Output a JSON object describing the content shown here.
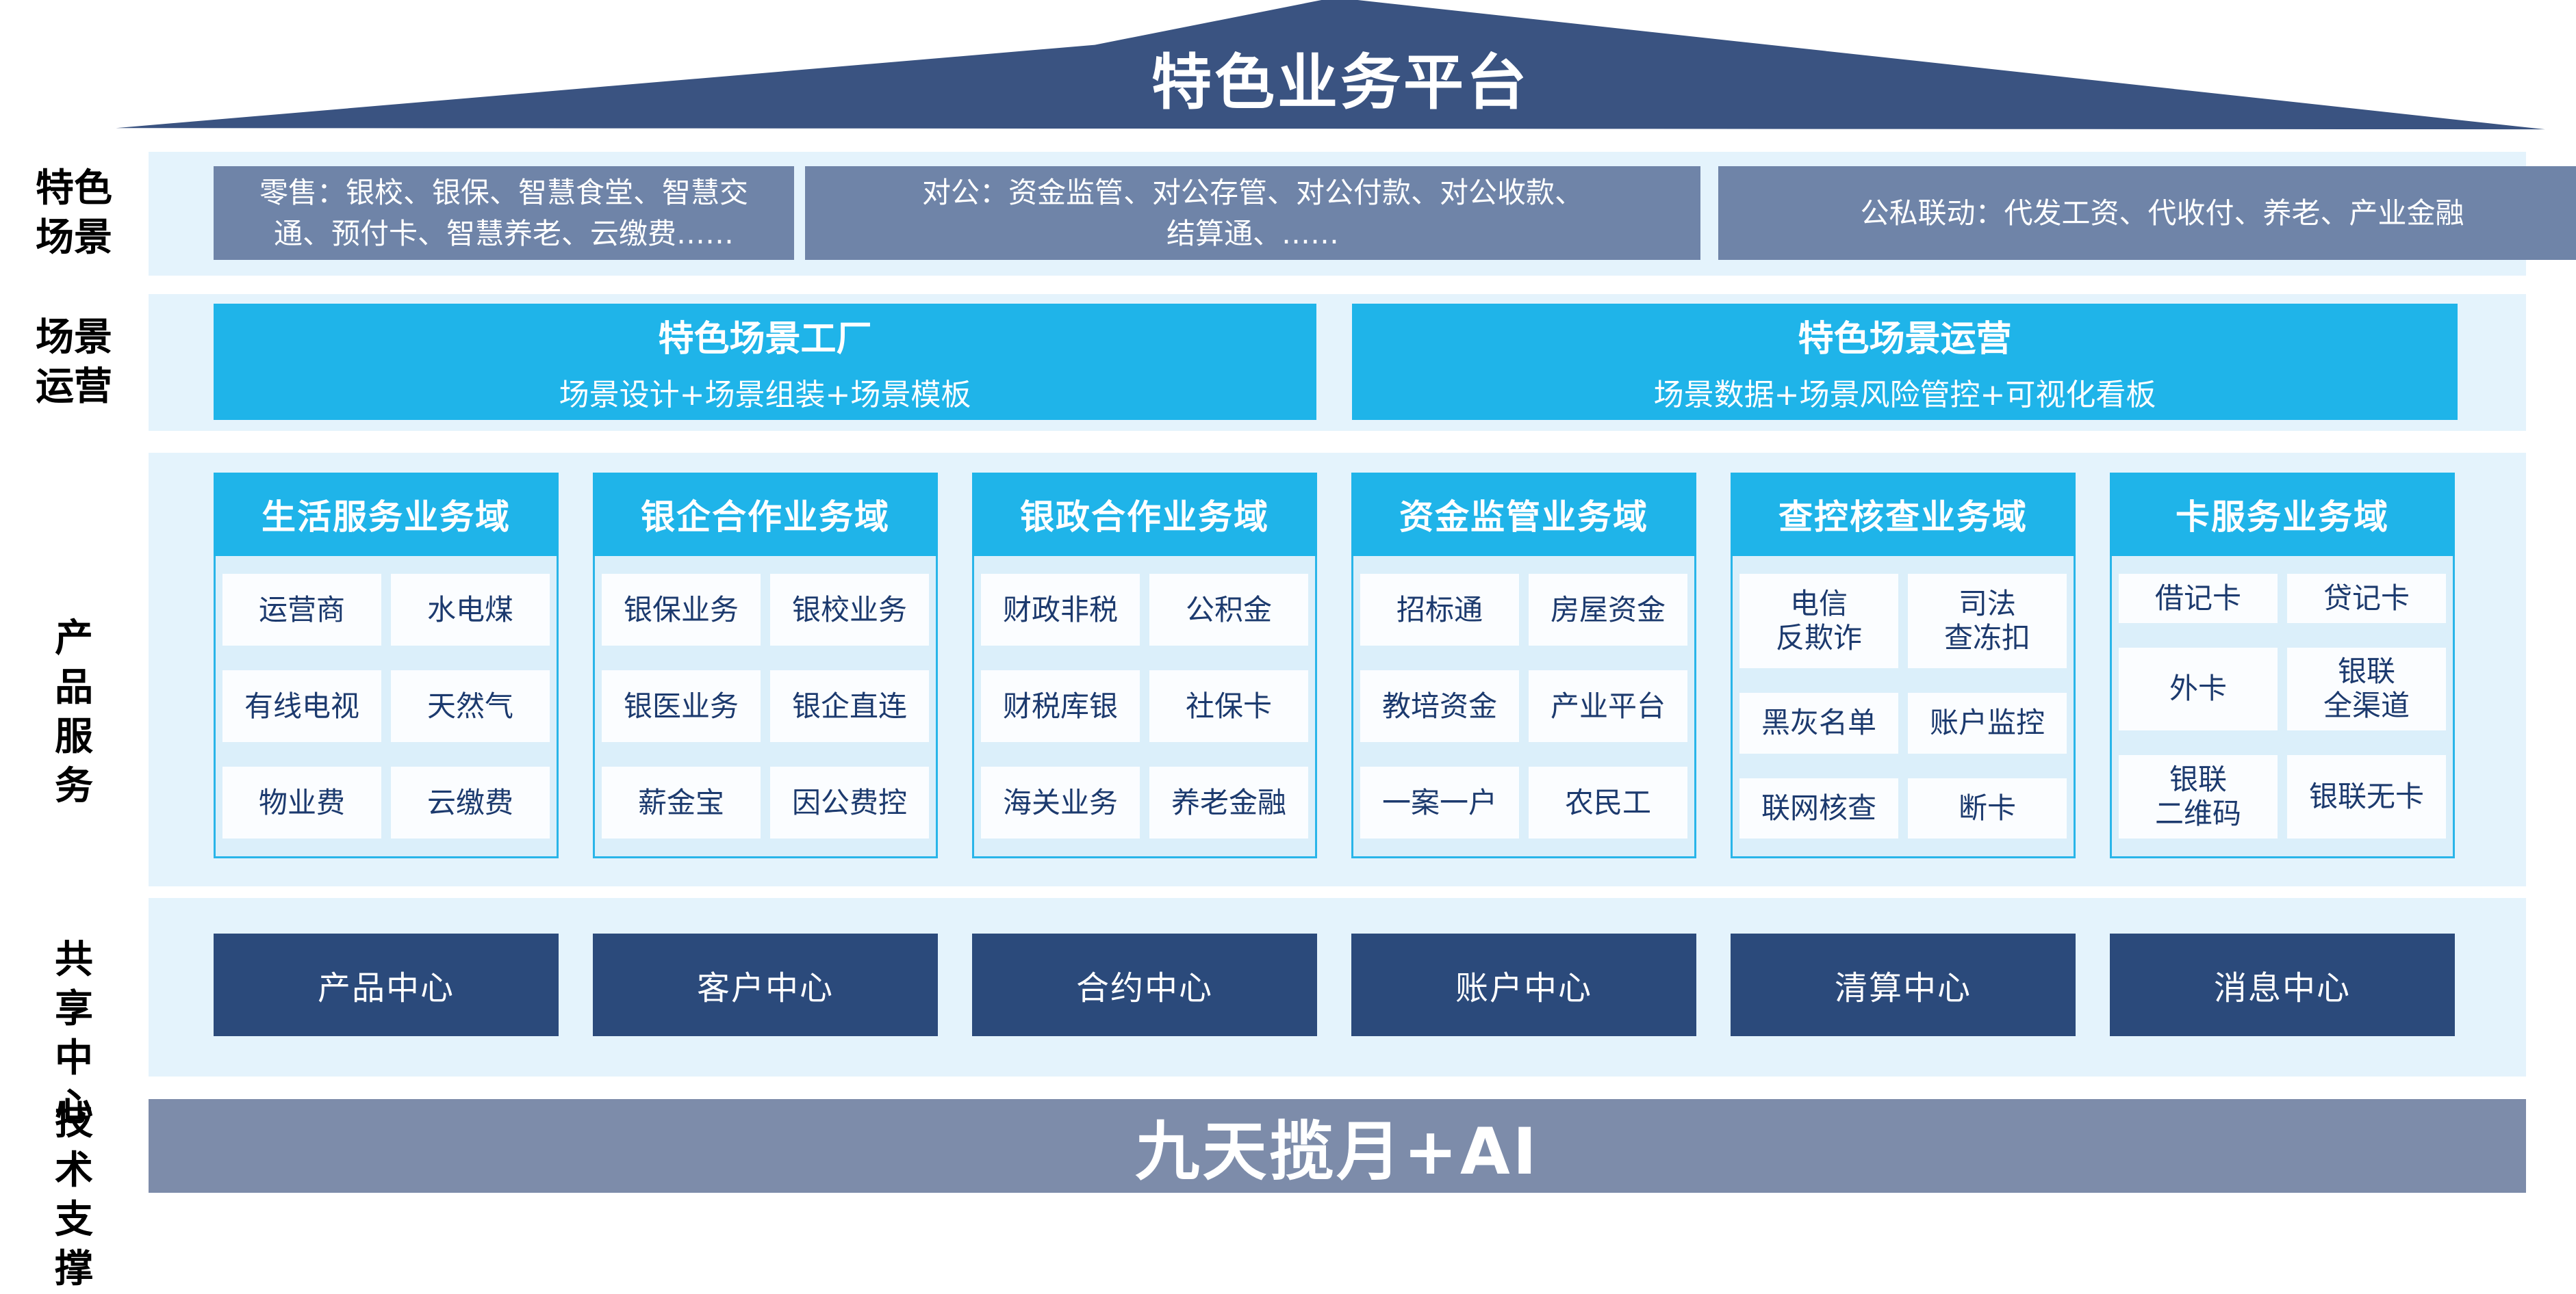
{
  "colors": {
    "roof_bg": "#3a5381",
    "cyan": "#1fb4e9",
    "band_bg": "#e4f3fc",
    "domain_body_bg": "#dbeffa",
    "domain_border": "#29b5e9",
    "cell_bg": "#fbfdff",
    "cell_text": "#1c3a6e",
    "scene_box_bg": "#6f84a8",
    "center_box_bg": "#2b4a7b",
    "tech_bar_bg": "#7d8caa",
    "label_text": "#000000"
  },
  "roof": {
    "title": "特色业务平台"
  },
  "sections": {
    "scene": {
      "label": "特色\n场景",
      "boxes": [
        "零售：银校、银保、智慧食堂、智慧交通、预付卡、智慧养老、云缴费……",
        "对公：资金监管、对公存管、对公付款、对公收款、结算通、……",
        "公私联动：代发工资、代收付、养老、产业金融"
      ]
    },
    "operation": {
      "label": "场景\n运营",
      "boxes": [
        {
          "title": "特色场景工厂",
          "subtitle": "场景设计+场景组装+场景模板"
        },
        {
          "title": "特色场景运营",
          "subtitle": "场景数据+场景风险管控+可视化看板"
        }
      ]
    },
    "product": {
      "label": "产品\n服务",
      "domains": [
        {
          "title": "生活服务业务域",
          "items": [
            "运营商",
            "水电煤",
            "有线电视",
            "天然气",
            "物业费",
            "云缴费"
          ]
        },
        {
          "title": "银企合作业务域",
          "items": [
            "银保业务",
            "银校业务",
            "银医业务",
            "银企直连",
            "薪金宝",
            "因公费控"
          ]
        },
        {
          "title": "银政合作业务域",
          "items": [
            "财政非税",
            "公积金",
            "财税库银",
            "社保卡",
            "海关业务",
            "养老金融"
          ]
        },
        {
          "title": "资金监管业务域",
          "items": [
            "招标通",
            "房屋资金",
            "教培资金",
            "产业平台",
            "一案一户",
            "农民工"
          ]
        },
        {
          "title": "查控核查业务域",
          "items": [
            "电信\n反欺诈",
            "司法\n查冻扣",
            "黑灰名单",
            "账户监控",
            "联网核查",
            "断卡"
          ]
        },
        {
          "title": "卡服务业务域",
          "items": [
            "借记卡",
            "贷记卡",
            "外卡",
            "银联\n全渠道",
            "银联\n二维码",
            "银联无卡"
          ]
        }
      ]
    },
    "share": {
      "label": "共享\n中心",
      "centers": [
        "产品中心",
        "客户中心",
        "合约中心",
        "账户中心",
        "清算中心",
        "消息中心"
      ]
    },
    "tech": {
      "label": "技术\n支撑",
      "text": "九天揽月+AI"
    }
  }
}
